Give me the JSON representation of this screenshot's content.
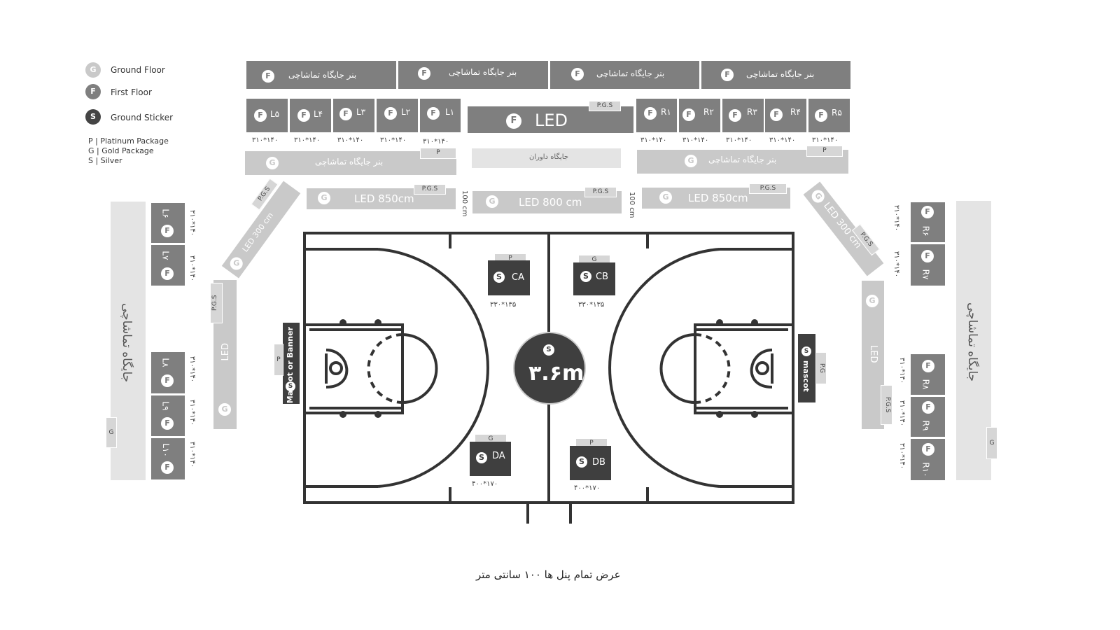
{
  "legend": {
    "items": [
      {
        "symbol": "G",
        "label": "Ground Floor"
      },
      {
        "symbol": "F",
        "label": "First Floor"
      },
      {
        "symbol": "S",
        "label": "Ground Sticker"
      }
    ],
    "packages": [
      "P | Platinum Package",
      "G | Gold Package",
      "S | Silver"
    ]
  },
  "symbols": {
    "G": "G",
    "F": "F",
    "S": "S",
    "P": "P",
    "PGS": "P.G.S",
    "PG": "P.G"
  },
  "top_banners": [
    "بنر جایگاه تماشاچی",
    "بنر جایگاه تماشاچی",
    "بنر جایگاه تماشاچی",
    "بنر جایگاه تماشاچی"
  ],
  "left_panels": [
    "L۵",
    "L۴",
    "L۳",
    "L۲",
    "L۱"
  ],
  "right_panels": [
    "R۱",
    "R۲",
    "R۳",
    "R۴",
    "R۵"
  ],
  "panel_dim": "۳۱۰*۱۴۰",
  "center_led": "LED",
  "referee": "جایگاه داوران",
  "ground_banner": "بنر جایگاه تماشاچی",
  "led_850": "LED 850cm",
  "led_800": "LED 800 cm",
  "gap_100": "100 cm",
  "led_300": "LED 300 cm",
  "led_side": "LED",
  "stand": "جایگاه تماشاچی",
  "left_side_panels": [
    "L۶",
    "L۷",
    "L۸",
    "L۹",
    "L۱۰"
  ],
  "right_side_panels": [
    "R۶",
    "R۷",
    "R۸",
    "R۹",
    "R۱۰"
  ],
  "mascot_left": "Mascot or Banner",
  "mascot_right": "mascot",
  "stickers": {
    "ca": "CA",
    "cb": "CB",
    "da": "DA",
    "db": "DB",
    "c_dim": "۳۳۰*۱۳۵",
    "d_dim": "۴۰۰*۱۷۰",
    "center": "۳.۶m"
  },
  "footer": "عرض تمام پنل ها ۱۰۰ سانتی متر"
}
